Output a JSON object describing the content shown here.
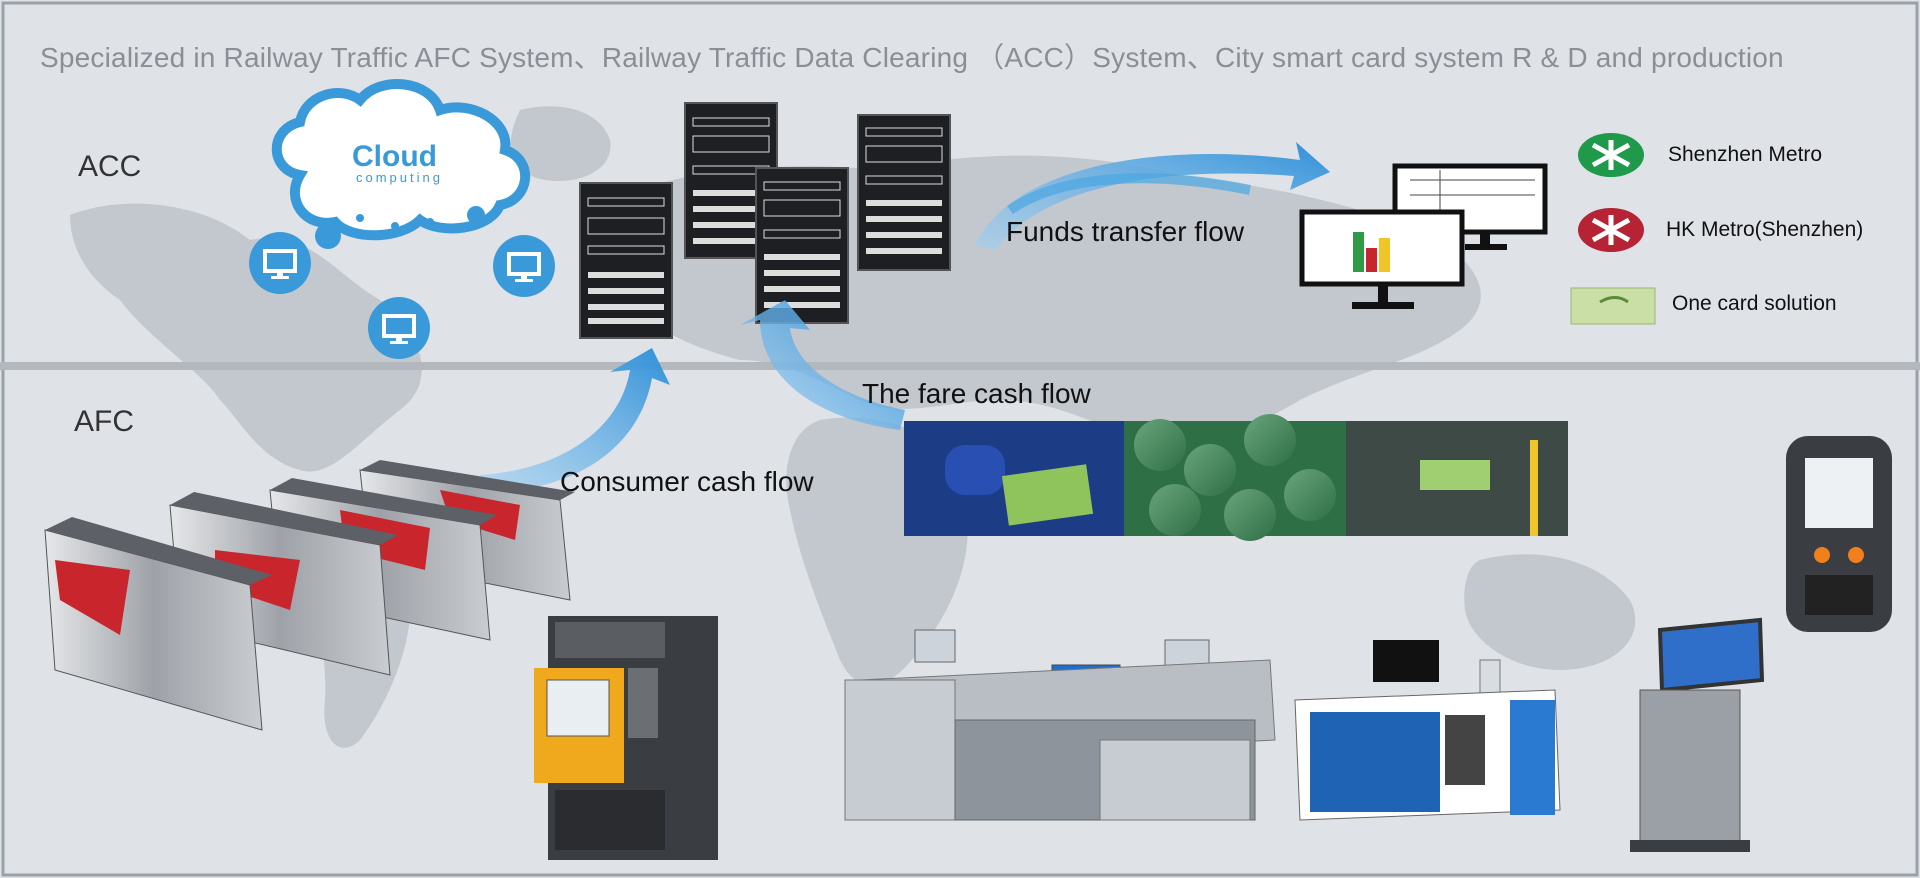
{
  "header": {
    "title": "Specialized in Railway Traffic AFC System、Railway Traffic Data Clearing （ACC）System、City smart card system R & D and production"
  },
  "sections": {
    "acc_label": "ACC",
    "afc_label": "AFC"
  },
  "cloud": {
    "title": "Cloud",
    "subtitle": "computing"
  },
  "flows": {
    "funds": "Funds transfer flow",
    "fare": "The fare cash flow",
    "consumer": "Consumer cash flow"
  },
  "legend": [
    {
      "label": "Shenzhen Metro",
      "color": "#1f9a4a",
      "icon": "shenzhen-metro-logo"
    },
    {
      "label": "HK Metro(Shenzhen)",
      "color": "#b52335",
      "icon": "hk-metro-logo"
    },
    {
      "label": "One card solution",
      "color": "#c9dfa6",
      "icon": "one-card-logo"
    }
  ],
  "colors": {
    "background": "#dfe3e8",
    "map": "#c4c9cf",
    "divider": "#b9bec4",
    "accent_blue": "#3a9ad9",
    "gate_red": "#c8252c",
    "machine_yellow": "#f0a81c"
  }
}
